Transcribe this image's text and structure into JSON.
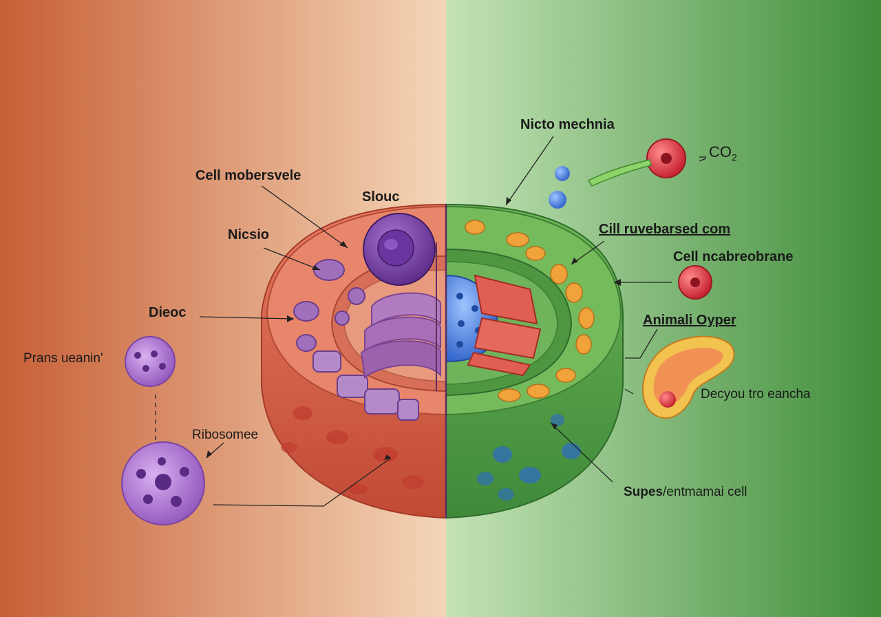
{
  "labels": {
    "cell_mobersvele": "Cell mobersvele",
    "slouc": "Slouc",
    "nicsio": "Nicsio",
    "dieoc": "Dieoc",
    "prans_ueanin": "Prans ueanin'",
    "ribosomee": "Ribosomee",
    "nicto_mechnia": "Nicto mechnia",
    "co2_main": "CO",
    "co2_sub": "2",
    "cill_ruvebarsed_com": "Cill ruvebarsed com",
    "cell_ncabreobrane": "Cell ncabreobrane",
    "animali_oyper": "Animali Oyper",
    "decyou_tro_eancha": "Decyou tro eancha",
    "supes_bold": "Supes",
    "supes_rest": "/entmamai cell"
  },
  "colors": {
    "bg_left": "#cc6a3f",
    "bg_left_center": "#f3d3b3",
    "bg_right": "#3f8f3c",
    "bg_right_center": "#bfe0b2",
    "animal_cell": "#d9674f",
    "plant_cell": "#5fa84a",
    "nucleus": "#7a3fa6",
    "vesicle": "#a36bc8"
  }
}
